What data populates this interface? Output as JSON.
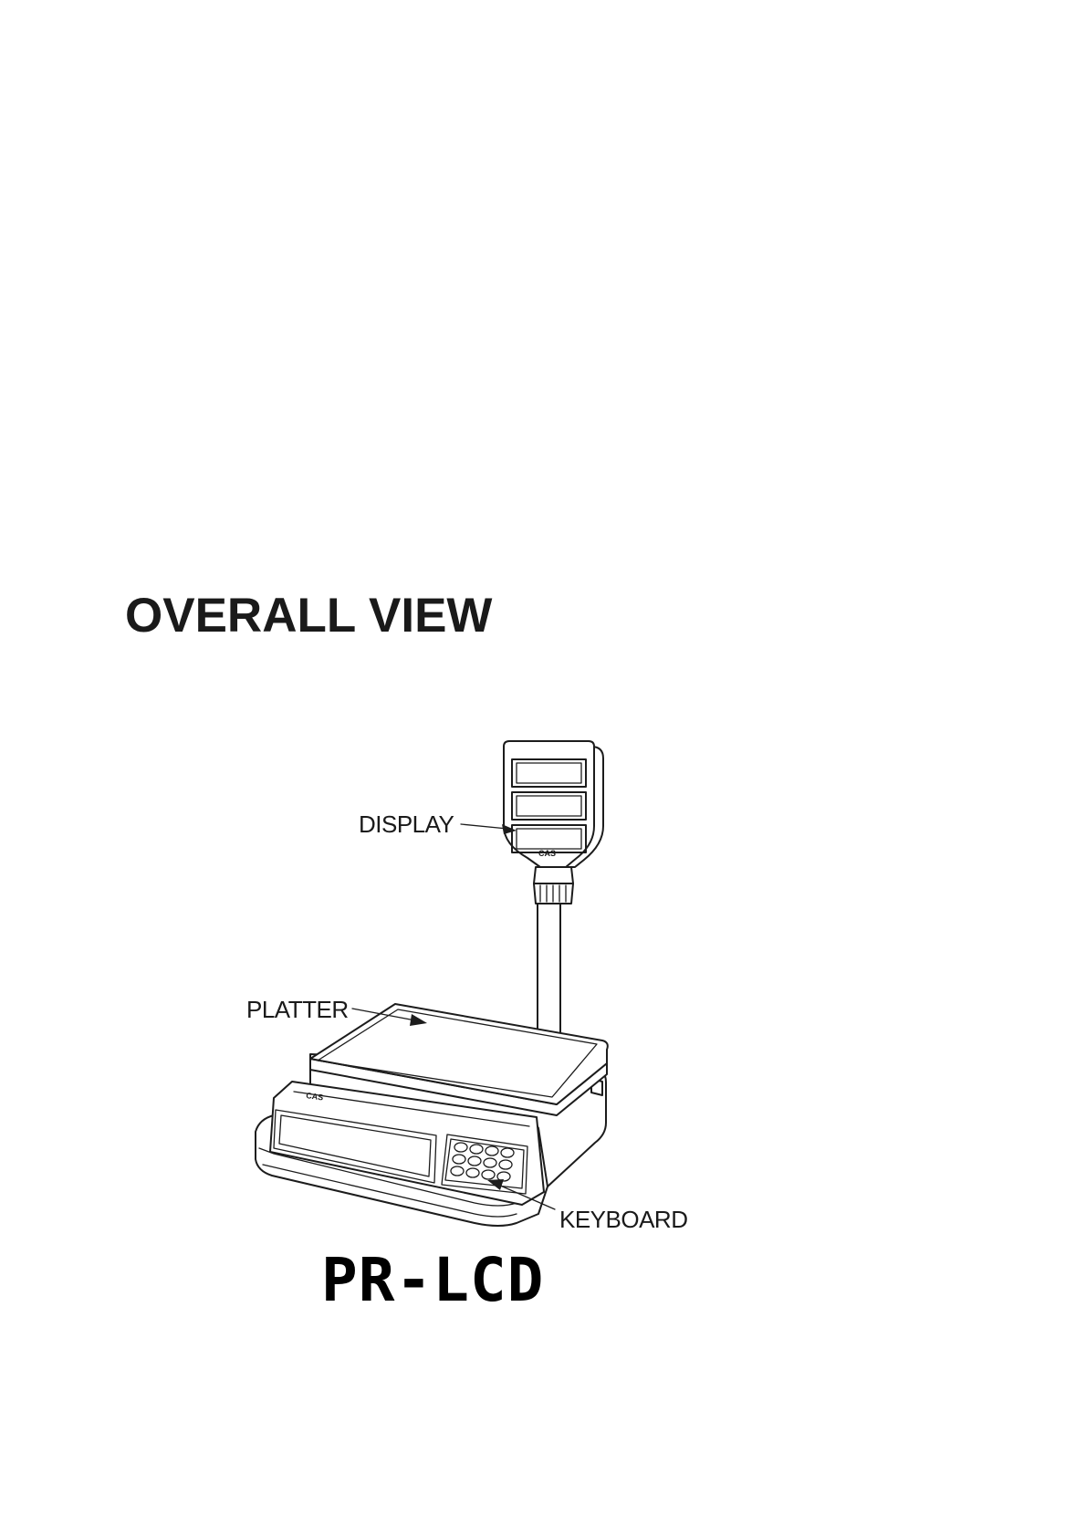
{
  "page": {
    "title": "OVERALL VIEW",
    "model": "PR-LCD"
  },
  "diagram": {
    "callouts": {
      "display": "DISPLAY",
      "platter": "PLATTER",
      "keyboard": "KEYBOARD"
    },
    "brand_mark": "CAS"
  }
}
